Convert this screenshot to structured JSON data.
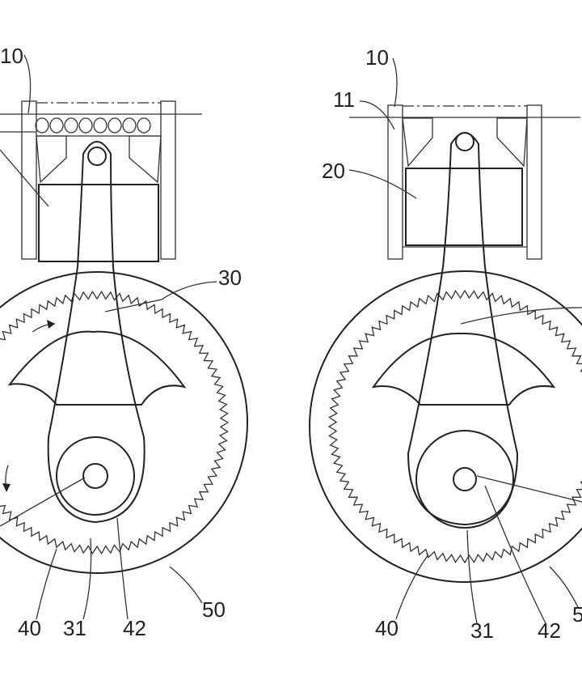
{
  "figure": {
    "left": {
      "labels": {
        "cylinder": "10",
        "rod": "30",
        "gear": "40",
        "rod_end": "31",
        "crank": "42",
        "ring_gear": "50"
      }
    },
    "right": {
      "labels": {
        "cylinder": "10",
        "ring": "11",
        "piston": "20",
        "gear": "40",
        "rod_end": "31",
        "crank": "42",
        "ring_gear": "5"
      }
    },
    "colors": {
      "ink": "#222222",
      "paper": "#ffffff"
    }
  }
}
